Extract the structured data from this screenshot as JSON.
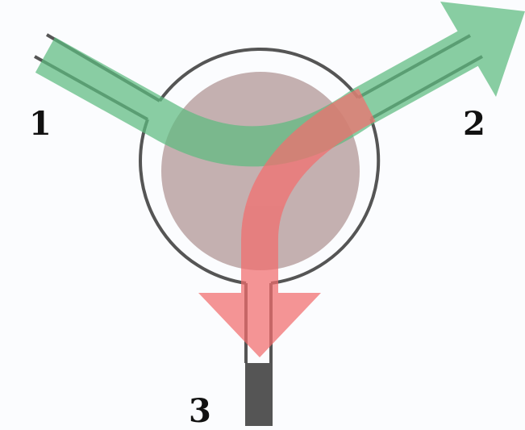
{
  "diagram": {
    "type": "circulator",
    "ports": [
      {
        "id": "port-1",
        "label": "1"
      },
      {
        "id": "port-2",
        "label": "2"
      },
      {
        "id": "port-3",
        "label": "3"
      }
    ],
    "flows": [
      {
        "from": "1",
        "to": "2",
        "color": "#5dbb7f"
      },
      {
        "from": "2",
        "to": "3",
        "color": "#f26d6d"
      }
    ],
    "colors": {
      "background": "#fbfcfe",
      "outline": "#555555",
      "core": "#c4b0b0",
      "green_flow": "#88cc9c",
      "red_flow": "#f78a8a",
      "port3_termination": "#555555"
    }
  }
}
